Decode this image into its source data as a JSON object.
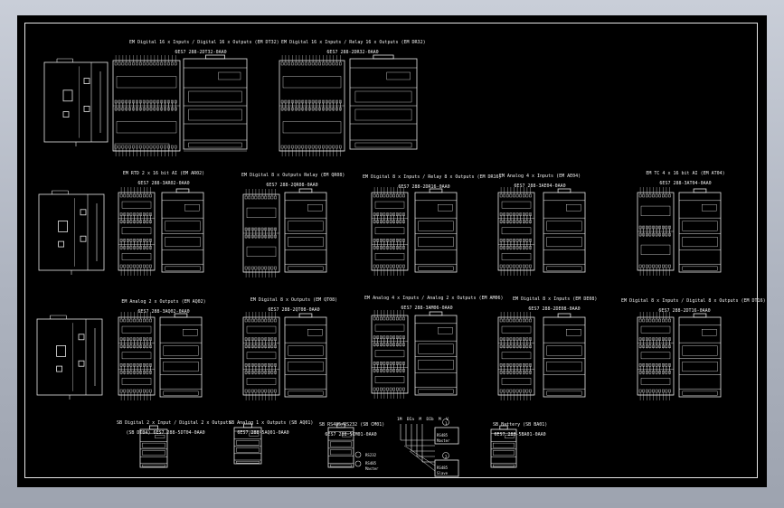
{
  "drawing": {
    "row1": [
      {
        "title": "EM Digital 16 x Inputs / Digital 16 x Outputs (EM DT32)",
        "order": "6ES7 288-2DT32-0AA0"
      },
      {
        "title": "EM Digital 16 x Inputs / Relay 16 x Outputs (EM DR32)",
        "order": "6ES7 288-2DR32-0AA0"
      }
    ],
    "row2": [
      {
        "title": "EM RTD 2 x 16 bit AI (EM AR02)",
        "order": "6ES7 288-3AR02-0AA0"
      },
      {
        "title": "EM Digital 8 x Outputs Relay (EM QR08)",
        "order": "6ES7 288-2QR08-0AA0"
      },
      {
        "title": "EM Digital 8 x Inputs / Relay 8 x Outputs (EM DR16)",
        "order": "6ES7 288-2DR16-0AA0"
      },
      {
        "title": "EM Analog 4 x Inputs (EM AE04)",
        "order": "6ES7 288-3AE04-0AA0"
      },
      {
        "title": "EM TC 4 x 16 bit AI (EM AT04)",
        "order": "6ES7 288-3AT04-0AA0"
      }
    ],
    "row3": [
      {
        "title": "EM Analog 2 x Outputs (EM AQ02)",
        "order": "6ES7 288-3AQ02-0AA0"
      },
      {
        "title": "EM Digital 8 x Outputs (EM QT08)",
        "order": "6ES7 288-2QT08-0AA0"
      },
      {
        "title": "EM Analog 4 x Inputs / Analog 2 x Outputs (EM AM06)",
        "order": "6ES7 288-3AM06-0AA0"
      },
      {
        "title": "EM Digital 8 x Inputs (EM DE08)",
        "order": "6ES7 288-2DE08-0AA0"
      },
      {
        "title": "EM Digital 8 x Inputs / Digital 8 x Outputs (EM DT16)",
        "order": "6ES7 288-2DT16-0AA0"
      }
    ],
    "row4": [
      {
        "title": "SB Digital 2 x Input / Digital 2 x Outputs",
        "order": "(SB DT04) 6ES7 288-5DT04-0AA0"
      },
      {
        "title": "SB Analog 1 x Outputs (SB AQ01)",
        "order": "6ES7 288-5AQ01-0AA0"
      },
      {
        "title": "SB RS485/RS232 (SB CM01)",
        "order": "6ES7 288-5CM01-0AA0"
      },
      {
        "title": "SB Battery (SB BA01)",
        "order": "6ES7 288-5BA01-0AA0"
      }
    ],
    "wiring": {
      "terminals": "1M  DIa  M  DIb  M  V",
      "box1_label": "RS485\nMaster",
      "box2_label": "RS485\nSlave",
      "num1": "1",
      "num2": "2"
    },
    "cm01_notes": {
      "n1": "RS232",
      "n2": "RS485\nMaster"
    }
  }
}
